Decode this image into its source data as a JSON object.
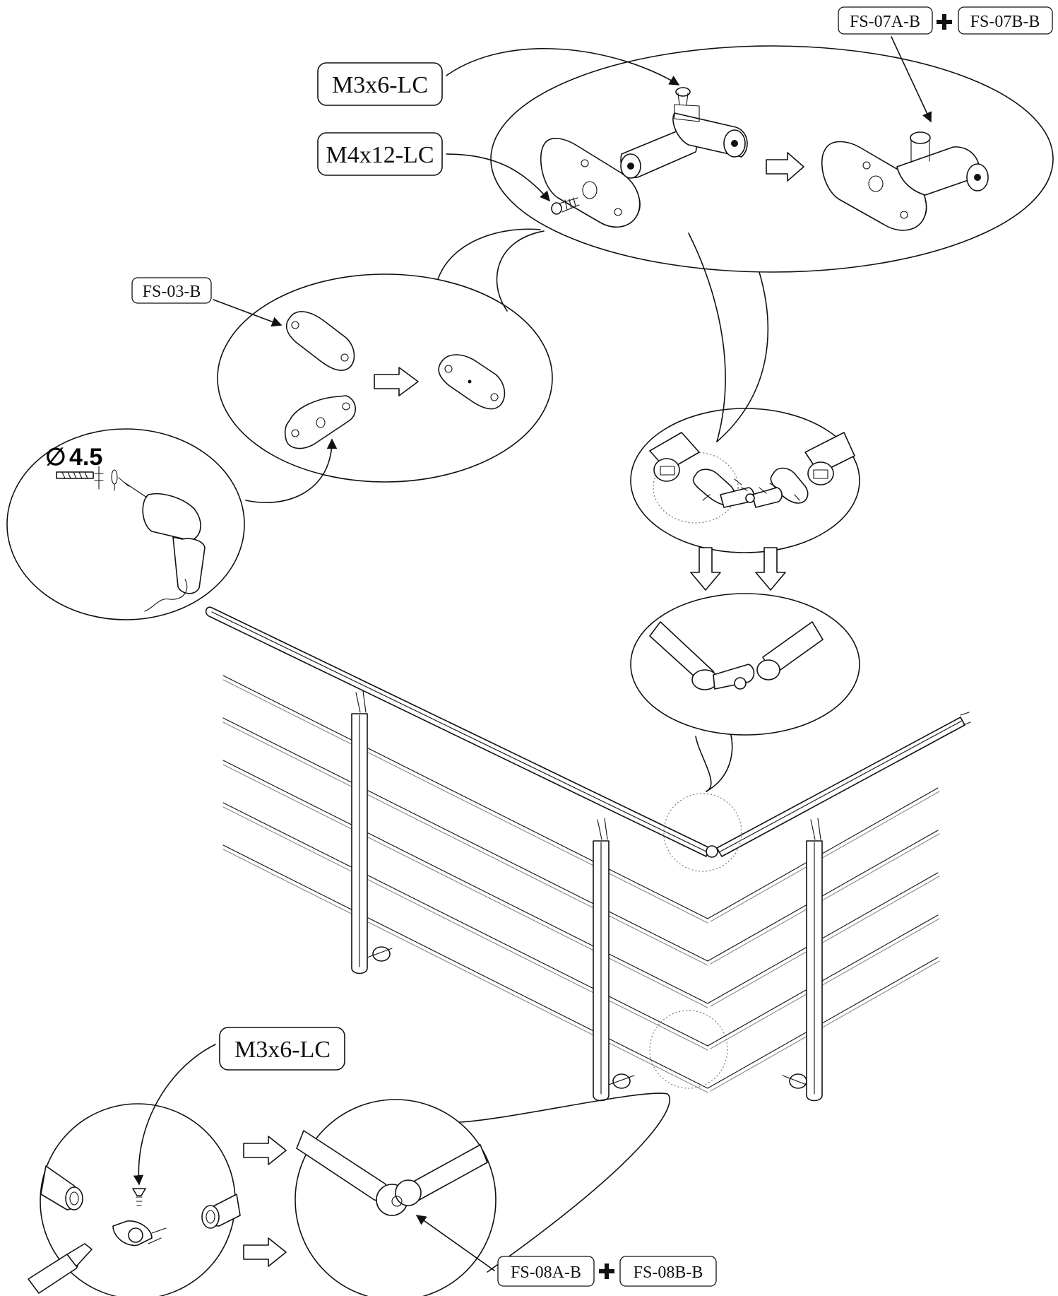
{
  "labels": {
    "top_screw": "M3x6-LC",
    "base_screw": "M4x12-LC",
    "connector_a": "FS-07A-B",
    "connector_b": "FS-07B-B",
    "plate": "FS-03-B",
    "bottom_screw": "M3x6-LC",
    "cable_connector_a": "FS-08A-B",
    "cable_connector_b": "FS-08B-B"
  },
  "drill": {
    "diameter_symbol": "∅",
    "diameter_value": "4.5"
  },
  "icons": [
    "hollow-arrow-right-icon",
    "hollow-arrow-down-icon",
    "plus-icon",
    "drill-icon",
    "screw-icon"
  ]
}
